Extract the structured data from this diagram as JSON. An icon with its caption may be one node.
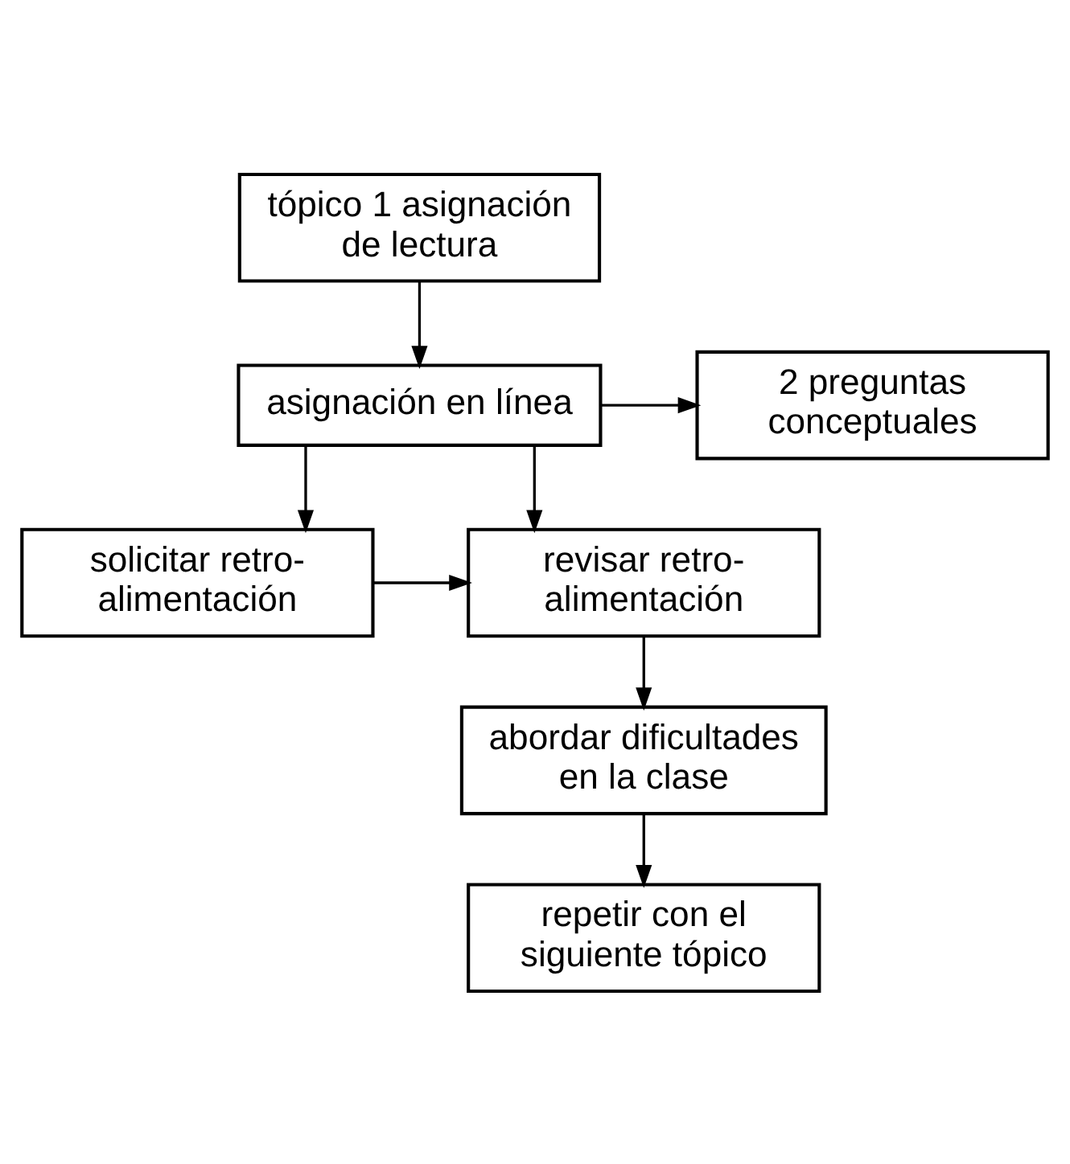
{
  "diagram": {
    "nodes": [
      {
        "text": [
          "tópico 1 asignación de lectura"
        ]
      },
      {
        "text": [
          "asignación en línea"
        ]
      },
      {
        "text": [
          "2 preguntas conceptuales"
        ]
      },
      {
        "text": [
          "solicitar retro- alimentación"
        ]
      },
      {
        "text": [
          "revisar retro- alimentación"
        ]
      },
      {
        "text": [
          "abordar dificultades en la clase"
        ]
      },
      {
        "text": [
          "repetir con el siguiente tópico"
        ]
      }
    ],
    "edges": [
      {
        "from": 0,
        "to": 1,
        "arrow": "to"
      },
      {
        "from": 1,
        "to": 2,
        "arrow": "to"
      },
      {
        "from": 1,
        "to": 3,
        "arrow": "to"
      },
      {
        "from": 1,
        "to": 4,
        "arrow": "to"
      },
      {
        "from": 3,
        "to": 4,
        "arrow": "to"
      },
      {
        "from": 4,
        "to": 5,
        "arrow": "to"
      },
      {
        "from": 5,
        "to": 6,
        "arrow": "to"
      }
    ]
  }
}
